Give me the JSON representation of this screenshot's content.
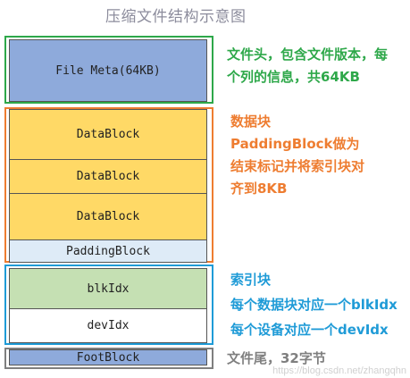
{
  "title": "压缩文件结构示意图",
  "blocks": {
    "file_meta": "File Meta(64KB)",
    "data_block_1": "DataBlock",
    "data_block_2": "DataBlock",
    "data_block_3": "DataBlock",
    "padding_block": "PaddingBlock",
    "blk_idx": "blkIdx",
    "dev_idx": "devIdx",
    "foot_block": "FootBlock"
  },
  "notes": {
    "header": [
      "文件头，包含文件版本，每",
      "个列的信息，共64KB"
    ],
    "data": [
      "数据块",
      "PaddingBlock做为",
      "结束标记并将索引块对",
      "齐到8KB"
    ],
    "index": [
      "索引块",
      "每个数据块对应一个blkIdx",
      "每个设备对应一个devIdx"
    ],
    "footer": "文件尾，32字节"
  },
  "watermark": "https://blog.csdn.net/zhangqhn",
  "colors": {
    "header_frame": "#2ea84a",
    "data_frame": "#ee7d31",
    "index_frame": "#1f9bd7",
    "footer_frame": "#7f7f7f",
    "file_meta_fill": "#8eaadb",
    "data_fill": "#ffd966",
    "padding_fill": "#deebf7",
    "blkidx_fill": "#c5e0b3",
    "devidx_fill": "#ffffff",
    "foot_fill": "#8eaadb"
  }
}
